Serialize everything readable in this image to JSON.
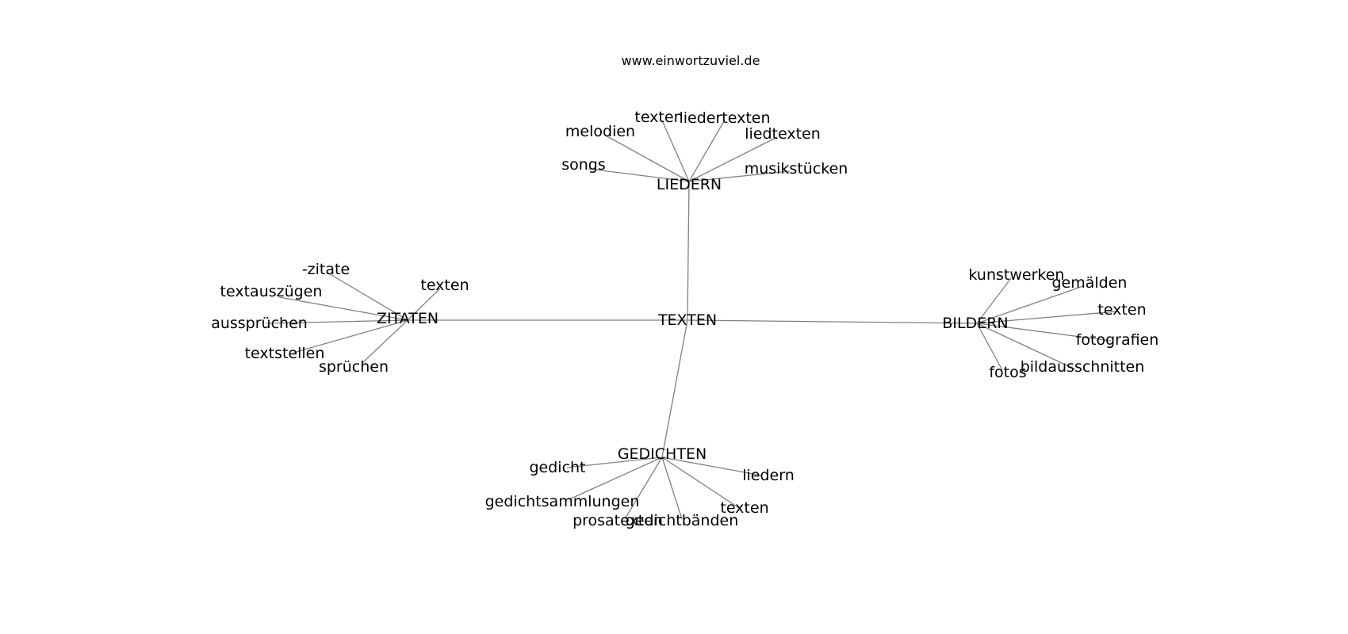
{
  "site_label": "www.einwortzuviel.de",
  "graph": {
    "center": "TEXTEN",
    "hubs": [
      {
        "id": "liedern",
        "label": "LIEDERN",
        "leaves": [
          "texten",
          "liedertexten",
          "melodien",
          "liedtexten",
          "songs",
          "musikstücken"
        ]
      },
      {
        "id": "zitaten",
        "label": "ZITATEN",
        "leaves": [
          "-zitate",
          "texten",
          "textauszügen",
          "aussprüchen",
          "textstellen",
          "sprüchen"
        ]
      },
      {
        "id": "bildern",
        "label": "BILDERN",
        "leaves": [
          "kunstwerken",
          "gemälden",
          "texten",
          "fotografien",
          "bildausschnitten",
          "fotos"
        ]
      },
      {
        "id": "gedichten",
        "label": "GEDICHTEN",
        "leaves": [
          "gedicht",
          "liedern",
          "gedichtsammlungen",
          "texten",
          "prosatexten",
          "gedichtbänden"
        ]
      }
    ]
  }
}
